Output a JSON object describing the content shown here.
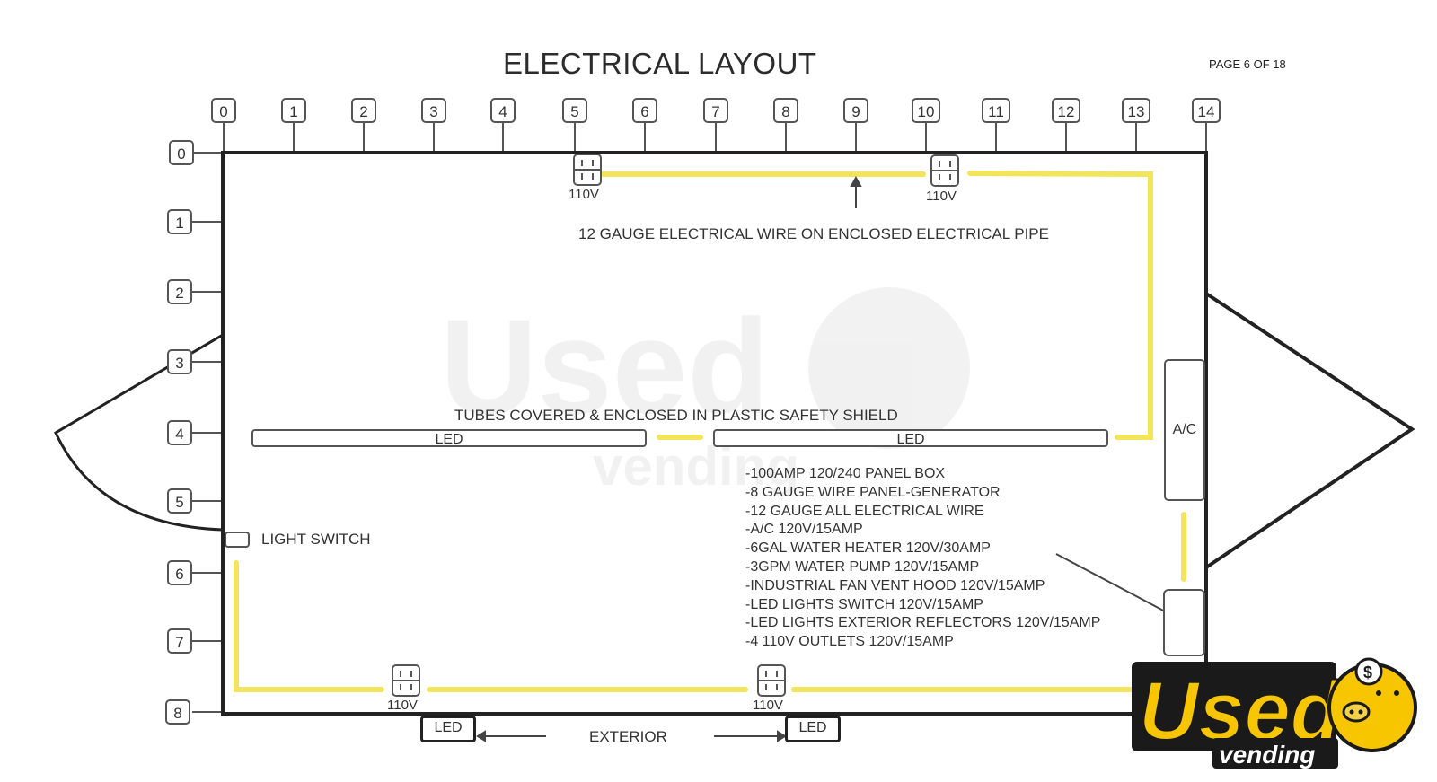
{
  "title": "ELECTRICAL LAYOUT",
  "page": "PAGE 6 OF 18",
  "column_labels": [
    "0",
    "1",
    "2",
    "3",
    "4",
    "5",
    "6",
    "7",
    "8",
    "9",
    "10",
    "11",
    "12",
    "13",
    "14"
  ],
  "row_labels": [
    "0",
    "1",
    "2",
    "3",
    "4",
    "5",
    "6",
    "7",
    "8"
  ],
  "wire_note": "12 GAUGE ELECTRICAL WIRE ON ENCLOSED ELECTRICAL PIPE",
  "tubes_note": "TUBES COVERED & ENCLOSED IN PLASTIC SAFETY SHIELD",
  "led_label": "LED",
  "outlet_label": "110V",
  "ac_label": "A/C",
  "light_switch": "LIGHT SWITCH",
  "exterior": "EXTERIOR",
  "specs": [
    "-100AMP 120/240 PANEL BOX",
    "-8 GAUGE WIRE PANEL-GENERATOR",
    "-12 GAUGE ALL ELECTRICAL WIRE",
    "-A/C 120V/15AMP",
    "-6GAL WATER HEATER 120V/30AMP",
    "-3GPM WATER PUMP 120V/15AMP",
    "-INDUSTRIAL FAN VENT HOOD 120V/15AMP",
    "-LED LIGHTS SWITCH 120V/15AMP",
    "-LED LIGHTS EXTERIOR REFLECTORS 120V/15AMP",
    "-4 110V OUTLETS 120V/15AMP"
  ],
  "logo": {
    "text_main": "Used",
    "text_sub": "vending"
  },
  "colors": {
    "wire": "#f2e55c",
    "outline": "#222222",
    "logo_yellow": "#f7c600"
  }
}
